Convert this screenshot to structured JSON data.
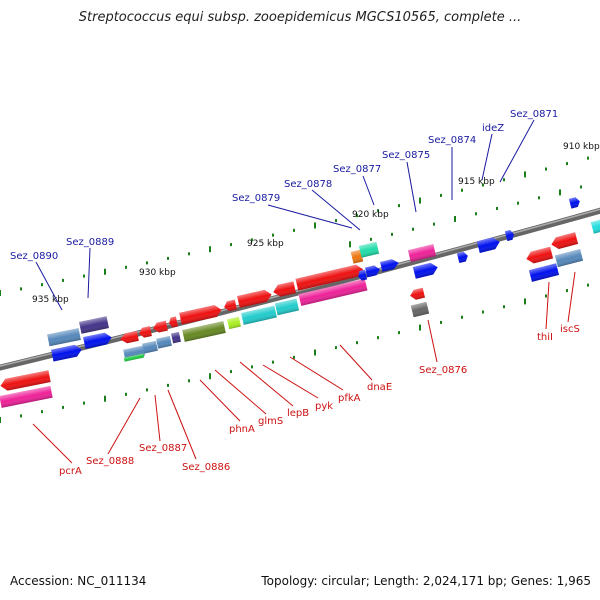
{
  "title": "Streptococcus equi subsp. zooepidemicus MGCS10565, complete ...",
  "footer": {
    "accession": "Accession: NC_011134",
    "summary": "Topology: circular; Length: 2,024,171 bp; Genes: 1,965"
  },
  "colors": {
    "backbone": "#777777",
    "tick": "#1a7f1a",
    "top_label": "#1a1aa0",
    "bottom_label": "#cc1111"
  },
  "scale_labels": [
    {
      "text": "935 kbp"
    },
    {
      "text": "930 kbp"
    },
    {
      "text": "925 kbp"
    },
    {
      "text": "920 kbp"
    },
    {
      "text": "915 kbp"
    },
    {
      "text": "910 kbp"
    }
  ],
  "top_labels": [
    {
      "text": "Sez_0890"
    },
    {
      "text": "Sez_0889"
    },
    {
      "text": "Sez_0879"
    },
    {
      "text": "Sez_0878"
    },
    {
      "text": "Sez_0877"
    },
    {
      "text": "Sez_0875"
    },
    {
      "text": "Sez_0874"
    },
    {
      "text": "ideZ"
    },
    {
      "text": "Sez_0871"
    }
  ],
  "bottom_labels": [
    {
      "text": "pcrA"
    },
    {
      "text": "Sez_0888"
    },
    {
      "text": "Sez_0887"
    },
    {
      "text": "Sez_0886"
    },
    {
      "text": "phnA"
    },
    {
      "text": "glmS"
    },
    {
      "text": "lepB"
    },
    {
      "text": "pyk"
    },
    {
      "text": "pfkA"
    },
    {
      "text": "dnaE"
    },
    {
      "text": "Sez_0876"
    },
    {
      "text": "thiI"
    },
    {
      "text": "iscS"
    }
  ]
}
